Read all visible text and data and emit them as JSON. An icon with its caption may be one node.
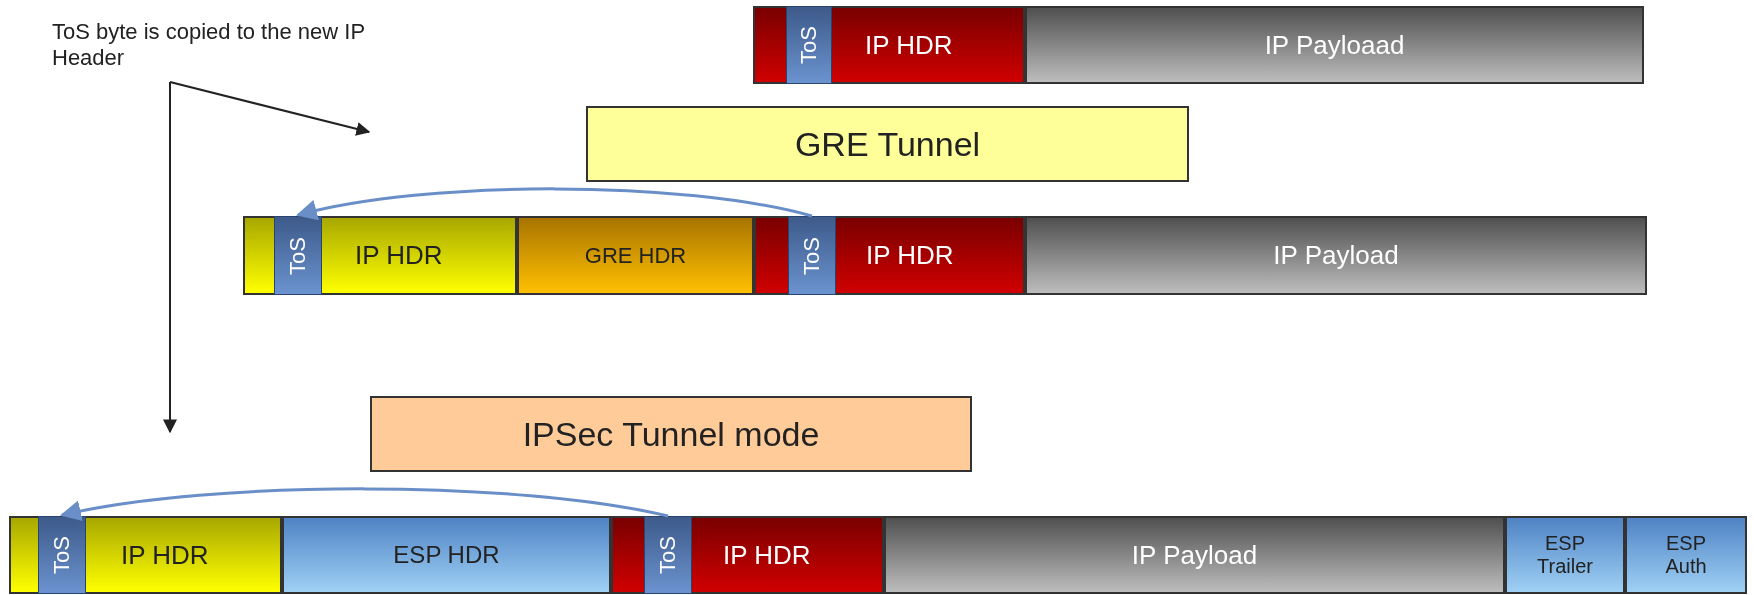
{
  "diagram": {
    "nodes": [
      {
        "text": [
          "IP HDR"
        ]
      },
      {
        "text": [
          "ToS"
        ],
        "in": 0
      },
      {
        "text": [
          "IP Payloaad"
        ]
      },
      {
        "text": [
          "GRE Tunnel"
        ]
      },
      {
        "text": [
          "IP HDR"
        ]
      },
      {
        "text": [
          "ToS"
        ],
        "in": 4
      },
      {
        "text": [
          "GRE HDR"
        ]
      },
      {
        "text": [
          "IP HDR"
        ]
      },
      {
        "text": [
          "ToS"
        ],
        "in": 7
      },
      {
        "text": [
          "IP Payload"
        ]
      },
      {
        "text": [
          "IPSec Tunnel mode"
        ]
      },
      {
        "text": [
          "IP HDR"
        ]
      },
      {
        "text": [
          "ToS"
        ],
        "in": 11
      },
      {
        "text": [
          "ESP HDR"
        ]
      },
      {
        "text": [
          "IP HDR"
        ]
      },
      {
        "text": [
          "ToS"
        ],
        "in": 14
      },
      {
        "text": [
          "IP Payload"
        ]
      },
      {
        "text": [
          "ESP Trailer"
        ]
      },
      {
        "text": [
          "ESP Auth"
        ]
      },
      {
        "text": [
          "ToS byte is copied to the new IP Header"
        ]
      }
    ],
    "edges": [
      {
        "from": 8,
        "to": 5,
        "arrow": "to",
        "color": "#6a8fc8"
      },
      {
        "from": 15,
        "to": 12,
        "arrow": "to",
        "color": "#6a8fc8"
      },
      {
        "from": 19,
        "to": null,
        "arrow": "to",
        "color": "#222222"
      },
      {
        "from": 19,
        "to": null,
        "arrow": "to",
        "color": "#222222"
      }
    ]
  }
}
